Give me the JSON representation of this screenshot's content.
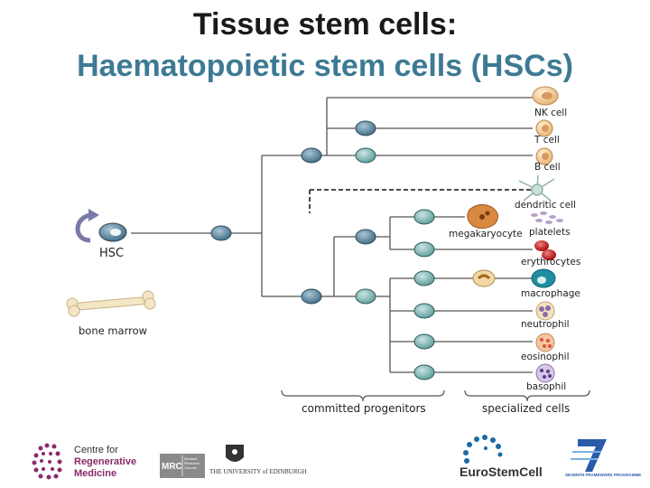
{
  "title": {
    "line1": "Tissue stem cells:",
    "line2": "Haematopoietic stem cells (HSCs)"
  },
  "labels": {
    "hsc": "HSC",
    "bone_marrow": "bone marrow",
    "committed_progenitors": "committed progenitors",
    "specialized_cells": "specialized cells",
    "nk_cell": "NK cell",
    "t_cell": "T cell",
    "b_cell": "B cell",
    "dendritic_cell": "dendritic cell",
    "megakaryocyte": "megakaryocyte",
    "platelets": "platelets",
    "erythrocytes": "erythrocytes",
    "macrophage": "macrophage",
    "neutrophil": "neutrophil",
    "eosinophil": "eosinophil",
    "basophil": "basophil"
  },
  "logos": {
    "crm_line1": "Centre for",
    "crm_line2": "Regenerative",
    "crm_line3": "Medicine",
    "mrc": "MRC",
    "mrc_sub": "Medical Research Council",
    "edinburgh": "THE UNIVERSITY of EDINBURGH",
    "eurostemcell": "EuroStemCell",
    "fp7": "SEVENTH FRAMEWORK PROGRAMME"
  },
  "colors": {
    "title_accent": "#3d7a93",
    "progenitor_dark": "#3e6a82",
    "progenitor_teal": "#5a9a9a",
    "crm_purple": "#8a2a6a",
    "eurostem_blue": "#1a6aa8"
  }
}
